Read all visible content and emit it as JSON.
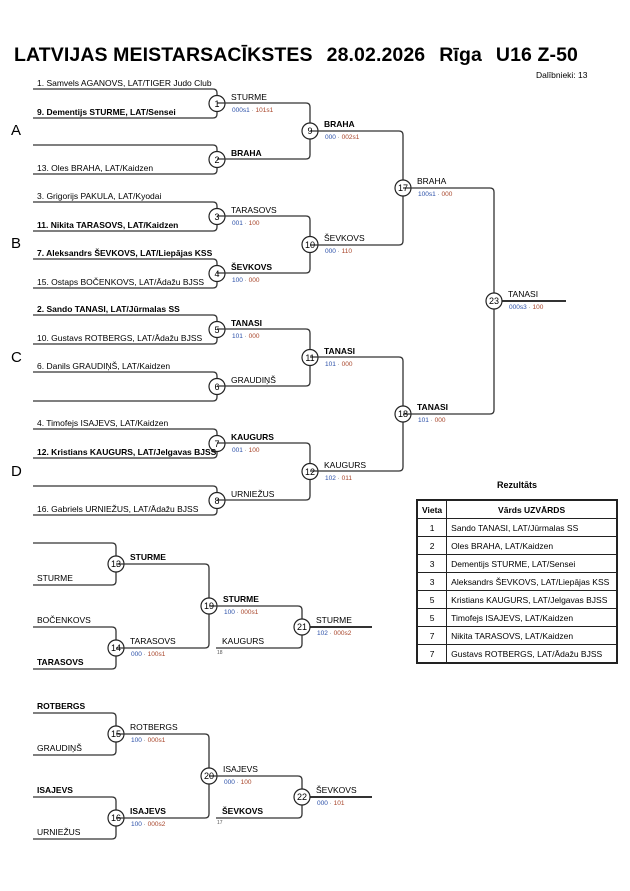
{
  "header": {
    "title": "LATVIJAS MEISTARSACĪKSTES",
    "date": "28.02.2026",
    "place": "Rīga",
    "category": "U16 Z-50",
    "participants": "Dalībnieki: 13"
  },
  "groups": [
    "A",
    "B",
    "C",
    "D"
  ],
  "entries": [
    {
      "name": "1. Samvels AGANOVS, LAT/TIGER Judo Club",
      "bold": false
    },
    {
      "name": "9. Dementijs STURME, LAT/Sensei",
      "bold": true
    },
    {
      "name": "",
      "bold": false
    },
    {
      "name": "13. Oles BRAHA, LAT/Kaidzen",
      "bold": false
    },
    {
      "name": "3. Grigorijs PAKULA, LAT/Kyodai",
      "bold": false
    },
    {
      "name": "11. Nikita TARASOVS, LAT/Kaidzen",
      "bold": true
    },
    {
      "name": "7. Aleksandrs ŠEVKOVS, LAT/Liepājas KSS",
      "bold": true
    },
    {
      "name": "15. Ostaps BOČENKOVS, LAT/Ādažu BJSS",
      "bold": false
    },
    {
      "name": "2. Sando TANASI, LAT/Jūrmalas SS",
      "bold": true
    },
    {
      "name": "10. Gustavs ROTBERGS, LAT/Ādažu BJSS",
      "bold": false
    },
    {
      "name": "6. Danils GRAUDIŅŠ, LAT/Kaidzen",
      "bold": false
    },
    {
      "name": "",
      "bold": false
    },
    {
      "name": "4. Timofejs ISAJEVS, LAT/Kaidzen",
      "bold": false
    },
    {
      "name": "12. Kristians KAUGURS, LAT/Jelgavas BJSS",
      "bold": true
    },
    {
      "name": "",
      "bold": false
    },
    {
      "name": "16. Gabriels URNIEŽUS, LAT/Ādažu BJSS",
      "bold": false
    }
  ],
  "repechage_entries": [
    {
      "name": "",
      "bold": false
    },
    {
      "name": "STURME",
      "bold": false
    },
    {
      "name": "BOČENKOVS",
      "bold": false
    },
    {
      "name": "TARASOVS",
      "bold": true
    },
    {
      "name": "ROTBERGS",
      "bold": true
    },
    {
      "name": "GRAUDIŅŠ",
      "bold": false
    },
    {
      "name": "ISAJEVS",
      "bold": true
    },
    {
      "name": "URNIEŽUS",
      "bold": false
    }
  ],
  "incoming": [
    {
      "match": "21",
      "name": "KAUGURS",
      "bold": false,
      "from": "18"
    },
    {
      "match": "22",
      "name": "ŠEVKOVS",
      "bold": true,
      "from": "17"
    }
  ],
  "matches": [
    {
      "id": "1",
      "winner": "STURME",
      "bold": false,
      "score_a": "000s1",
      "score_b": "101s1"
    },
    {
      "id": "2",
      "winner": "BRAHA",
      "bold": true,
      "score_a": "",
      "score_b": ""
    },
    {
      "id": "3",
      "winner": "TARASOVS",
      "bold": false,
      "score_a": "001",
      "score_b": "100"
    },
    {
      "id": "4",
      "winner": "ŠEVKOVS",
      "bold": true,
      "score_a": "100",
      "score_b": "000"
    },
    {
      "id": "5",
      "winner": "TANASI",
      "bold": true,
      "score_a": "101",
      "score_b": "000"
    },
    {
      "id": "6",
      "winner": "GRAUDIŅŠ",
      "bold": false,
      "score_a": "",
      "score_b": ""
    },
    {
      "id": "7",
      "winner": "KAUGURS",
      "bold": true,
      "score_a": "001",
      "score_b": "100"
    },
    {
      "id": "8",
      "winner": "URNIEŽUS",
      "bold": false,
      "score_a": "",
      "score_b": ""
    },
    {
      "id": "9",
      "winner": "BRAHA",
      "bold": true,
      "score_a": "000",
      "score_b": "002s1"
    },
    {
      "id": "10",
      "winner": "ŠEVKOVS",
      "bold": false,
      "score_a": "000",
      "score_b": "110"
    },
    {
      "id": "11",
      "winner": "TANASI",
      "bold": true,
      "score_a": "101",
      "score_b": "000"
    },
    {
      "id": "12",
      "winner": "KAUGURS",
      "bold": false,
      "score_a": "102",
      "score_b": "011"
    },
    {
      "id": "17",
      "winner": "BRAHA",
      "bold": false,
      "score_a": "100s1",
      "score_b": "000"
    },
    {
      "id": "18",
      "winner": "TANASI",
      "bold": true,
      "score_a": "101",
      "score_b": "000"
    },
    {
      "id": "23",
      "winner": "TANASI",
      "bold": false,
      "score_a": "000s3",
      "score_b": "100"
    },
    {
      "id": "13",
      "winner": "STURME",
      "bold": true,
      "score_a": "",
      "score_b": ""
    },
    {
      "id": "14",
      "winner": "TARASOVS",
      "bold": false,
      "score_a": "000",
      "score_b": "100s1"
    },
    {
      "id": "19",
      "winner": "STURME",
      "bold": true,
      "score_a": "100",
      "score_b": "000s1"
    },
    {
      "id": "21",
      "winner": "STURME",
      "bold": false,
      "score_a": "102",
      "score_b": "000s2"
    },
    {
      "id": "15",
      "winner": "ROTBERGS",
      "bold": false,
      "score_a": "100",
      "score_b": "000s1"
    },
    {
      "id": "16",
      "winner": "ISAJEVS",
      "bold": true,
      "score_a": "100",
      "score_b": "000s2"
    },
    {
      "id": "20",
      "winner": "ISAJEVS",
      "bold": false,
      "score_a": "000",
      "score_b": "100"
    },
    {
      "id": "22",
      "winner": "ŠEVKOVS",
      "bold": false,
      "score_a": "000",
      "score_b": "101"
    }
  ],
  "results": {
    "title": "Rezultāts",
    "headers": [
      "Vieta",
      "Vārds UZVĀRDS"
    ],
    "rows": [
      {
        "place": "1",
        "name": "Sando TANASI, LAT/Jūrmalas SS"
      },
      {
        "place": "2",
        "name": "Oles BRAHA, LAT/Kaidzen"
      },
      {
        "place": "3",
        "name": "Dementijs STURME, LAT/Sensei"
      },
      {
        "place": "3",
        "name": "Aleksandrs ŠEVKOVS, LAT/Liepājas KSS"
      },
      {
        "place": "5",
        "name": "Kristians KAUGURS, LAT/Jelgavas BJSS"
      },
      {
        "place": "5",
        "name": "Timofejs ISAJEVS, LAT/Kaidzen"
      },
      {
        "place": "7",
        "name": "Nikita TARASOVS, LAT/Kaidzen"
      },
      {
        "place": "7",
        "name": "Gustavs ROTBERGS, LAT/Ādažu BJSS"
      }
    ]
  }
}
